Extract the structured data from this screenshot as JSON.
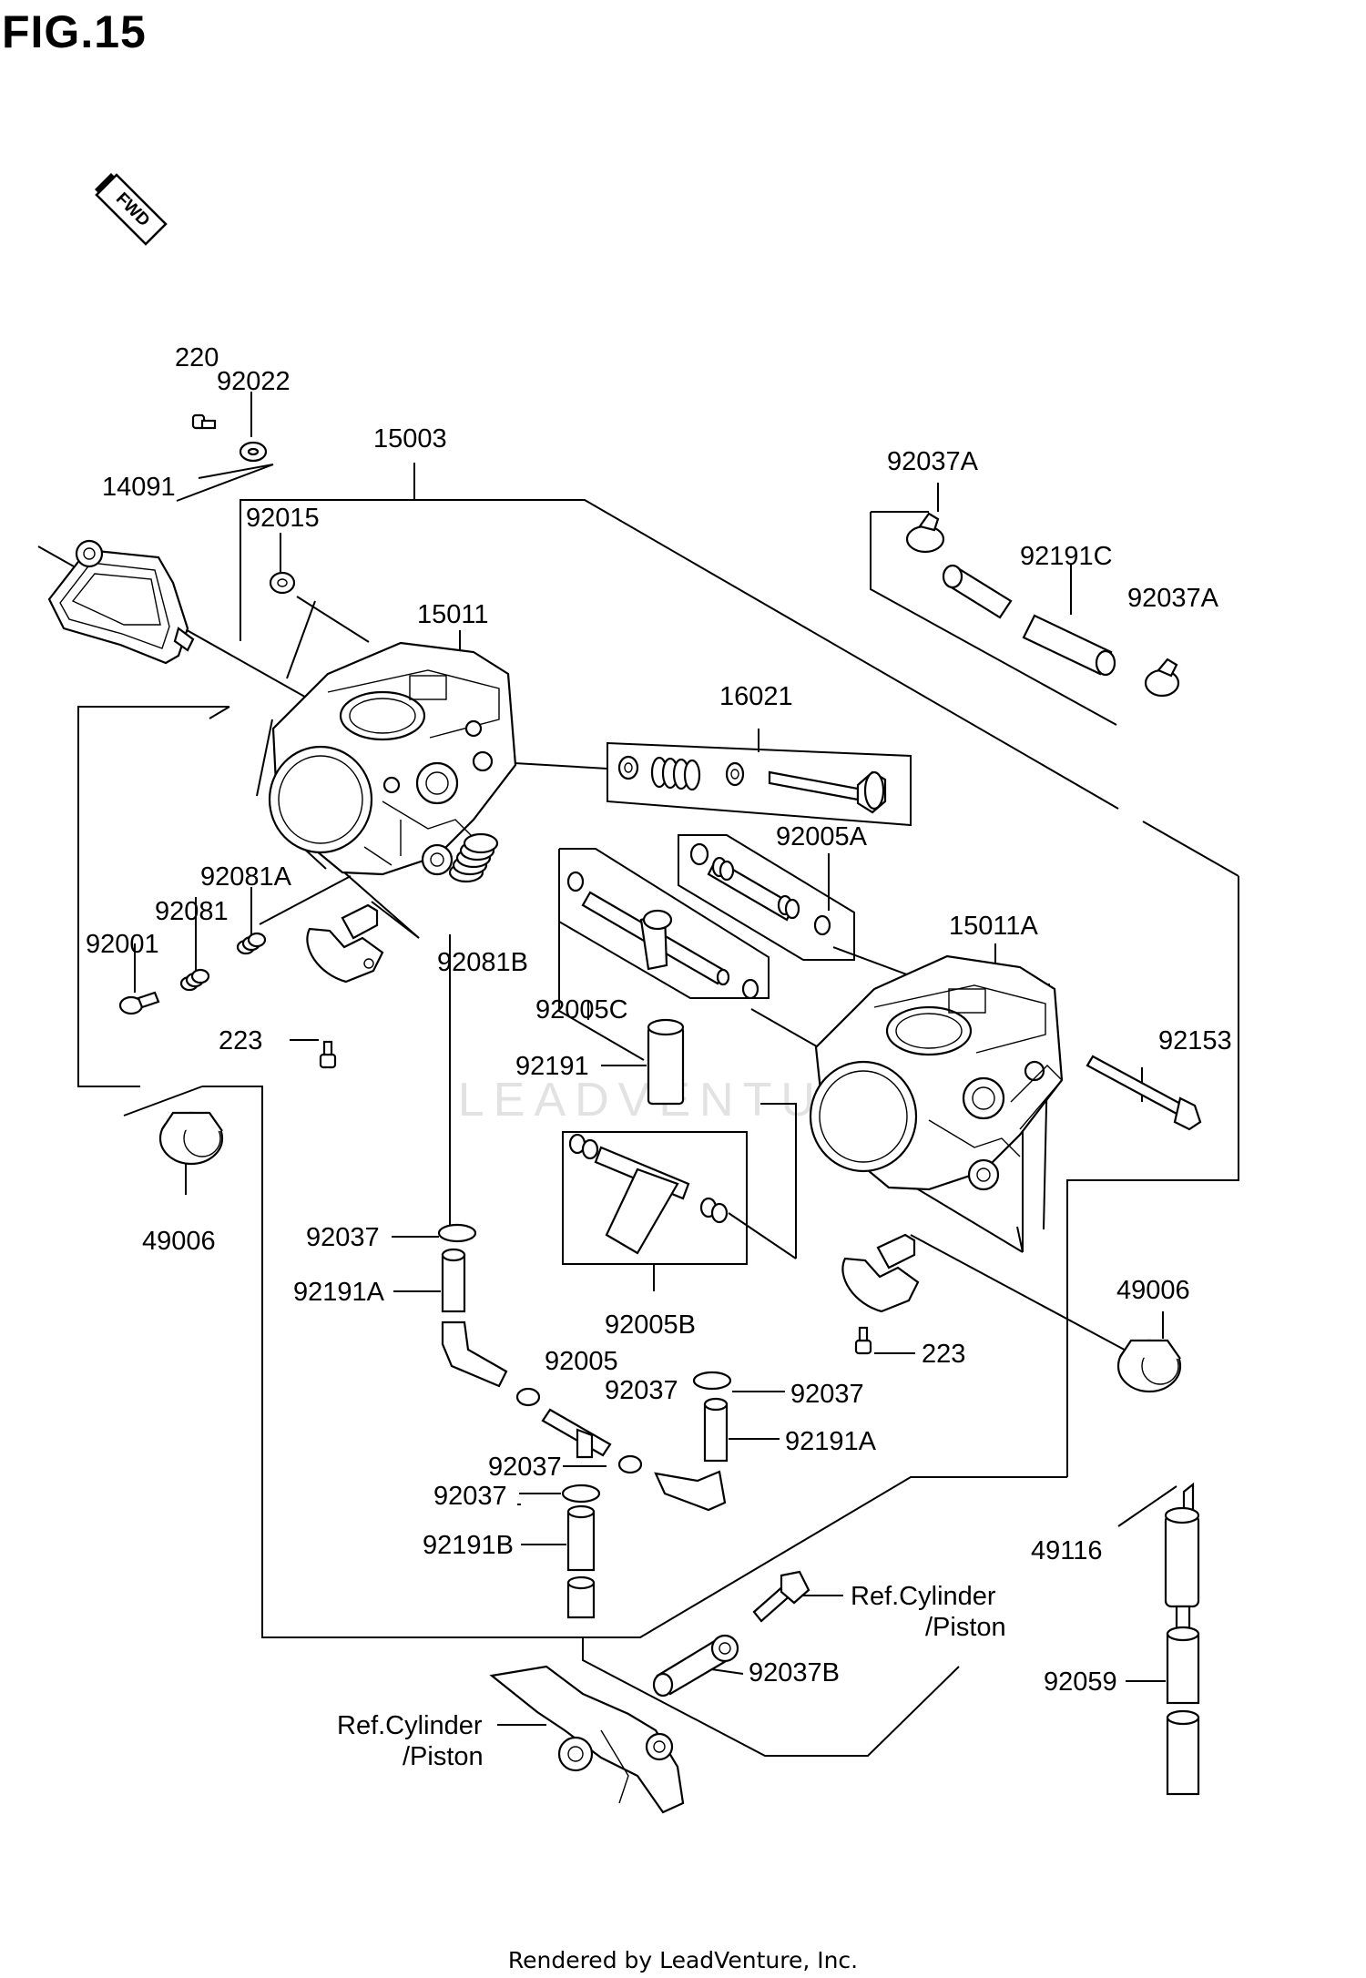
{
  "figure": {
    "title": "FIG.15",
    "fwd_label": "FWD",
    "watermark": "LEADVENTURE",
    "footer": "Rendered by LeadVenture, Inc."
  },
  "labels": {
    "p220": "220",
    "p92022": "92022",
    "p15003": "15003",
    "p14091": "14091",
    "p92015": "92015",
    "p15011": "15011",
    "p16021": "16021",
    "p92037A_top": "92037A",
    "p92191C": "92191C",
    "p92037A_right": "92037A",
    "p92005A": "92005A",
    "p15011A": "15011A",
    "p92153": "92153",
    "p92081A": "92081A",
    "p92081": "92081",
    "p92001": "92001",
    "p92081B": "92081B",
    "p223_left": "223",
    "p92005C": "92005C",
    "p92191": "92191",
    "p49006_left": "49006",
    "p49006_right": "49006",
    "p92037_left": "92037",
    "p92191A_left": "92191A",
    "p92005B": "92005B",
    "p223_right": "223",
    "p92005": "92005",
    "p92037_mid": "92037",
    "p92037_right": "92037",
    "p92191A_right": "92191A",
    "p92037_low1": "92037",
    "p92037_low2": "92037",
    "p92191B": "92191B",
    "p49116": "49116",
    "ref_cyl_right_1": "Ref.Cylinder",
    "ref_cyl_right_2": "/Piston",
    "p92037B": "92037B",
    "p92059": "92059",
    "ref_cyl_left_1": "Ref.Cylinder",
    "ref_cyl_left_2": "/Piston"
  }
}
